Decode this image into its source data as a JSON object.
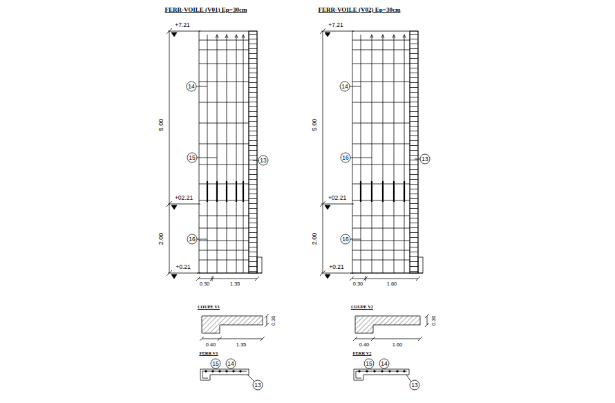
{
  "diagram": {
    "labels": [
      "FERR-VOILE (V01) Ep=30cm",
      "+7.21",
      "5.00",
      "14",
      "15",
      "13",
      "+02.21",
      "2.00",
      "16",
      "+0.21",
      "0.30",
      "1.35",
      "COUPE V1",
      "0.30",
      "0.40",
      "1.35",
      "FERR V1",
      "15",
      "14",
      "13",
      "FERR-VOILE (V02) Ep=30cm",
      "+7.21",
      "5.00",
      "14",
      "16",
      "13",
      "+02.21",
      "2.00",
      "16",
      "+0.21",
      "0.30",
      "1.60",
      "COUPE V2",
      "0.30",
      "0.40",
      "1.60",
      "FERR V2",
      "15",
      "14",
      "13"
    ]
  }
}
